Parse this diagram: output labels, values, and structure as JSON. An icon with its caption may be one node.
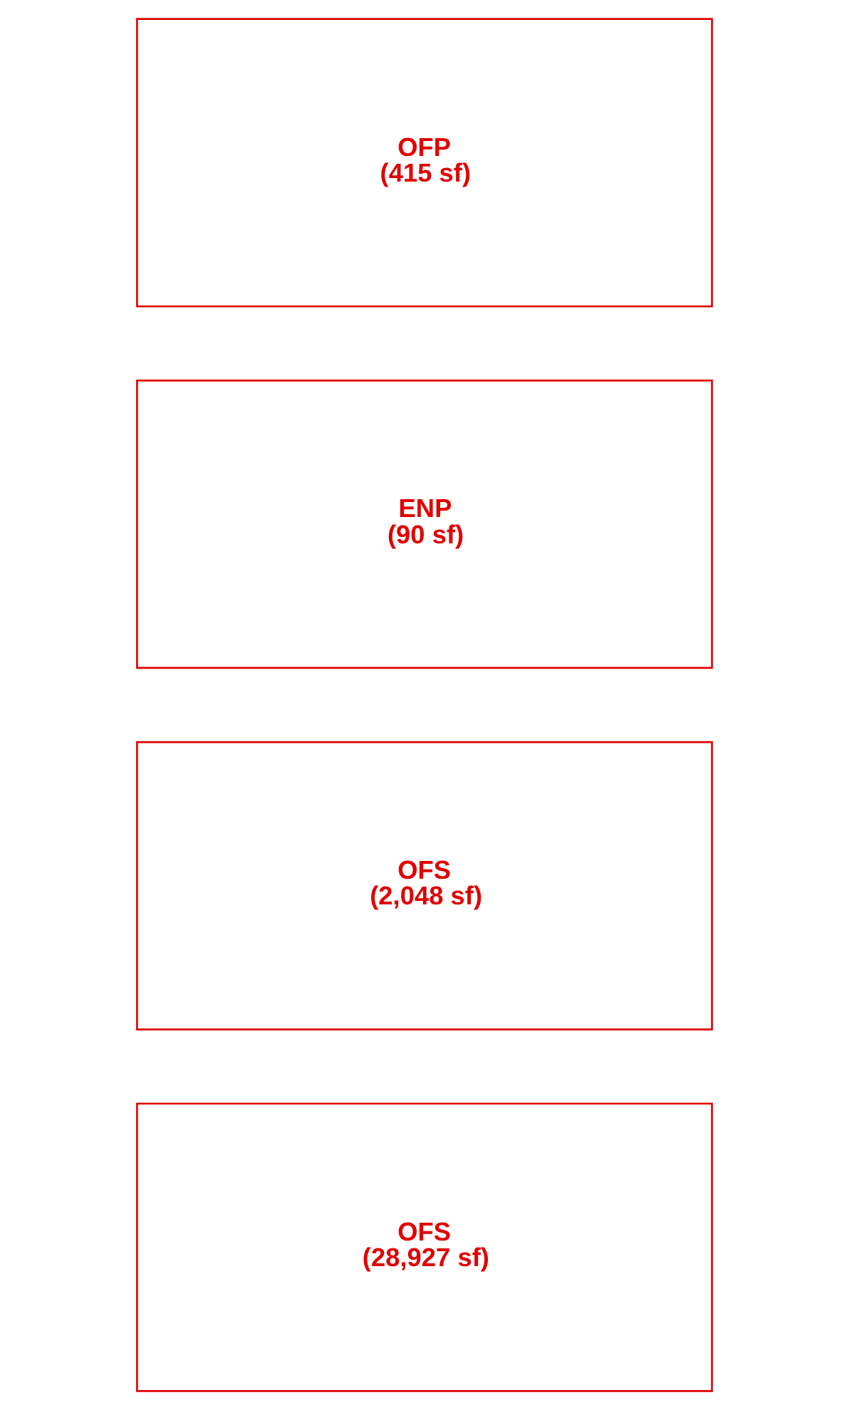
{
  "diagram": {
    "nodes": [
      {
        "text": [
          "OFS",
          "(28,927 sf)"
        ]
      },
      {
        "text": [
          "OFS",
          "(2,048 sf)"
        ]
      },
      {
        "text": [
          "ENP",
          "(90 sf)"
        ]
      },
      {
        "text": [
          "OFP",
          "(415 sf)"
        ]
      }
    ],
    "edges": []
  }
}
